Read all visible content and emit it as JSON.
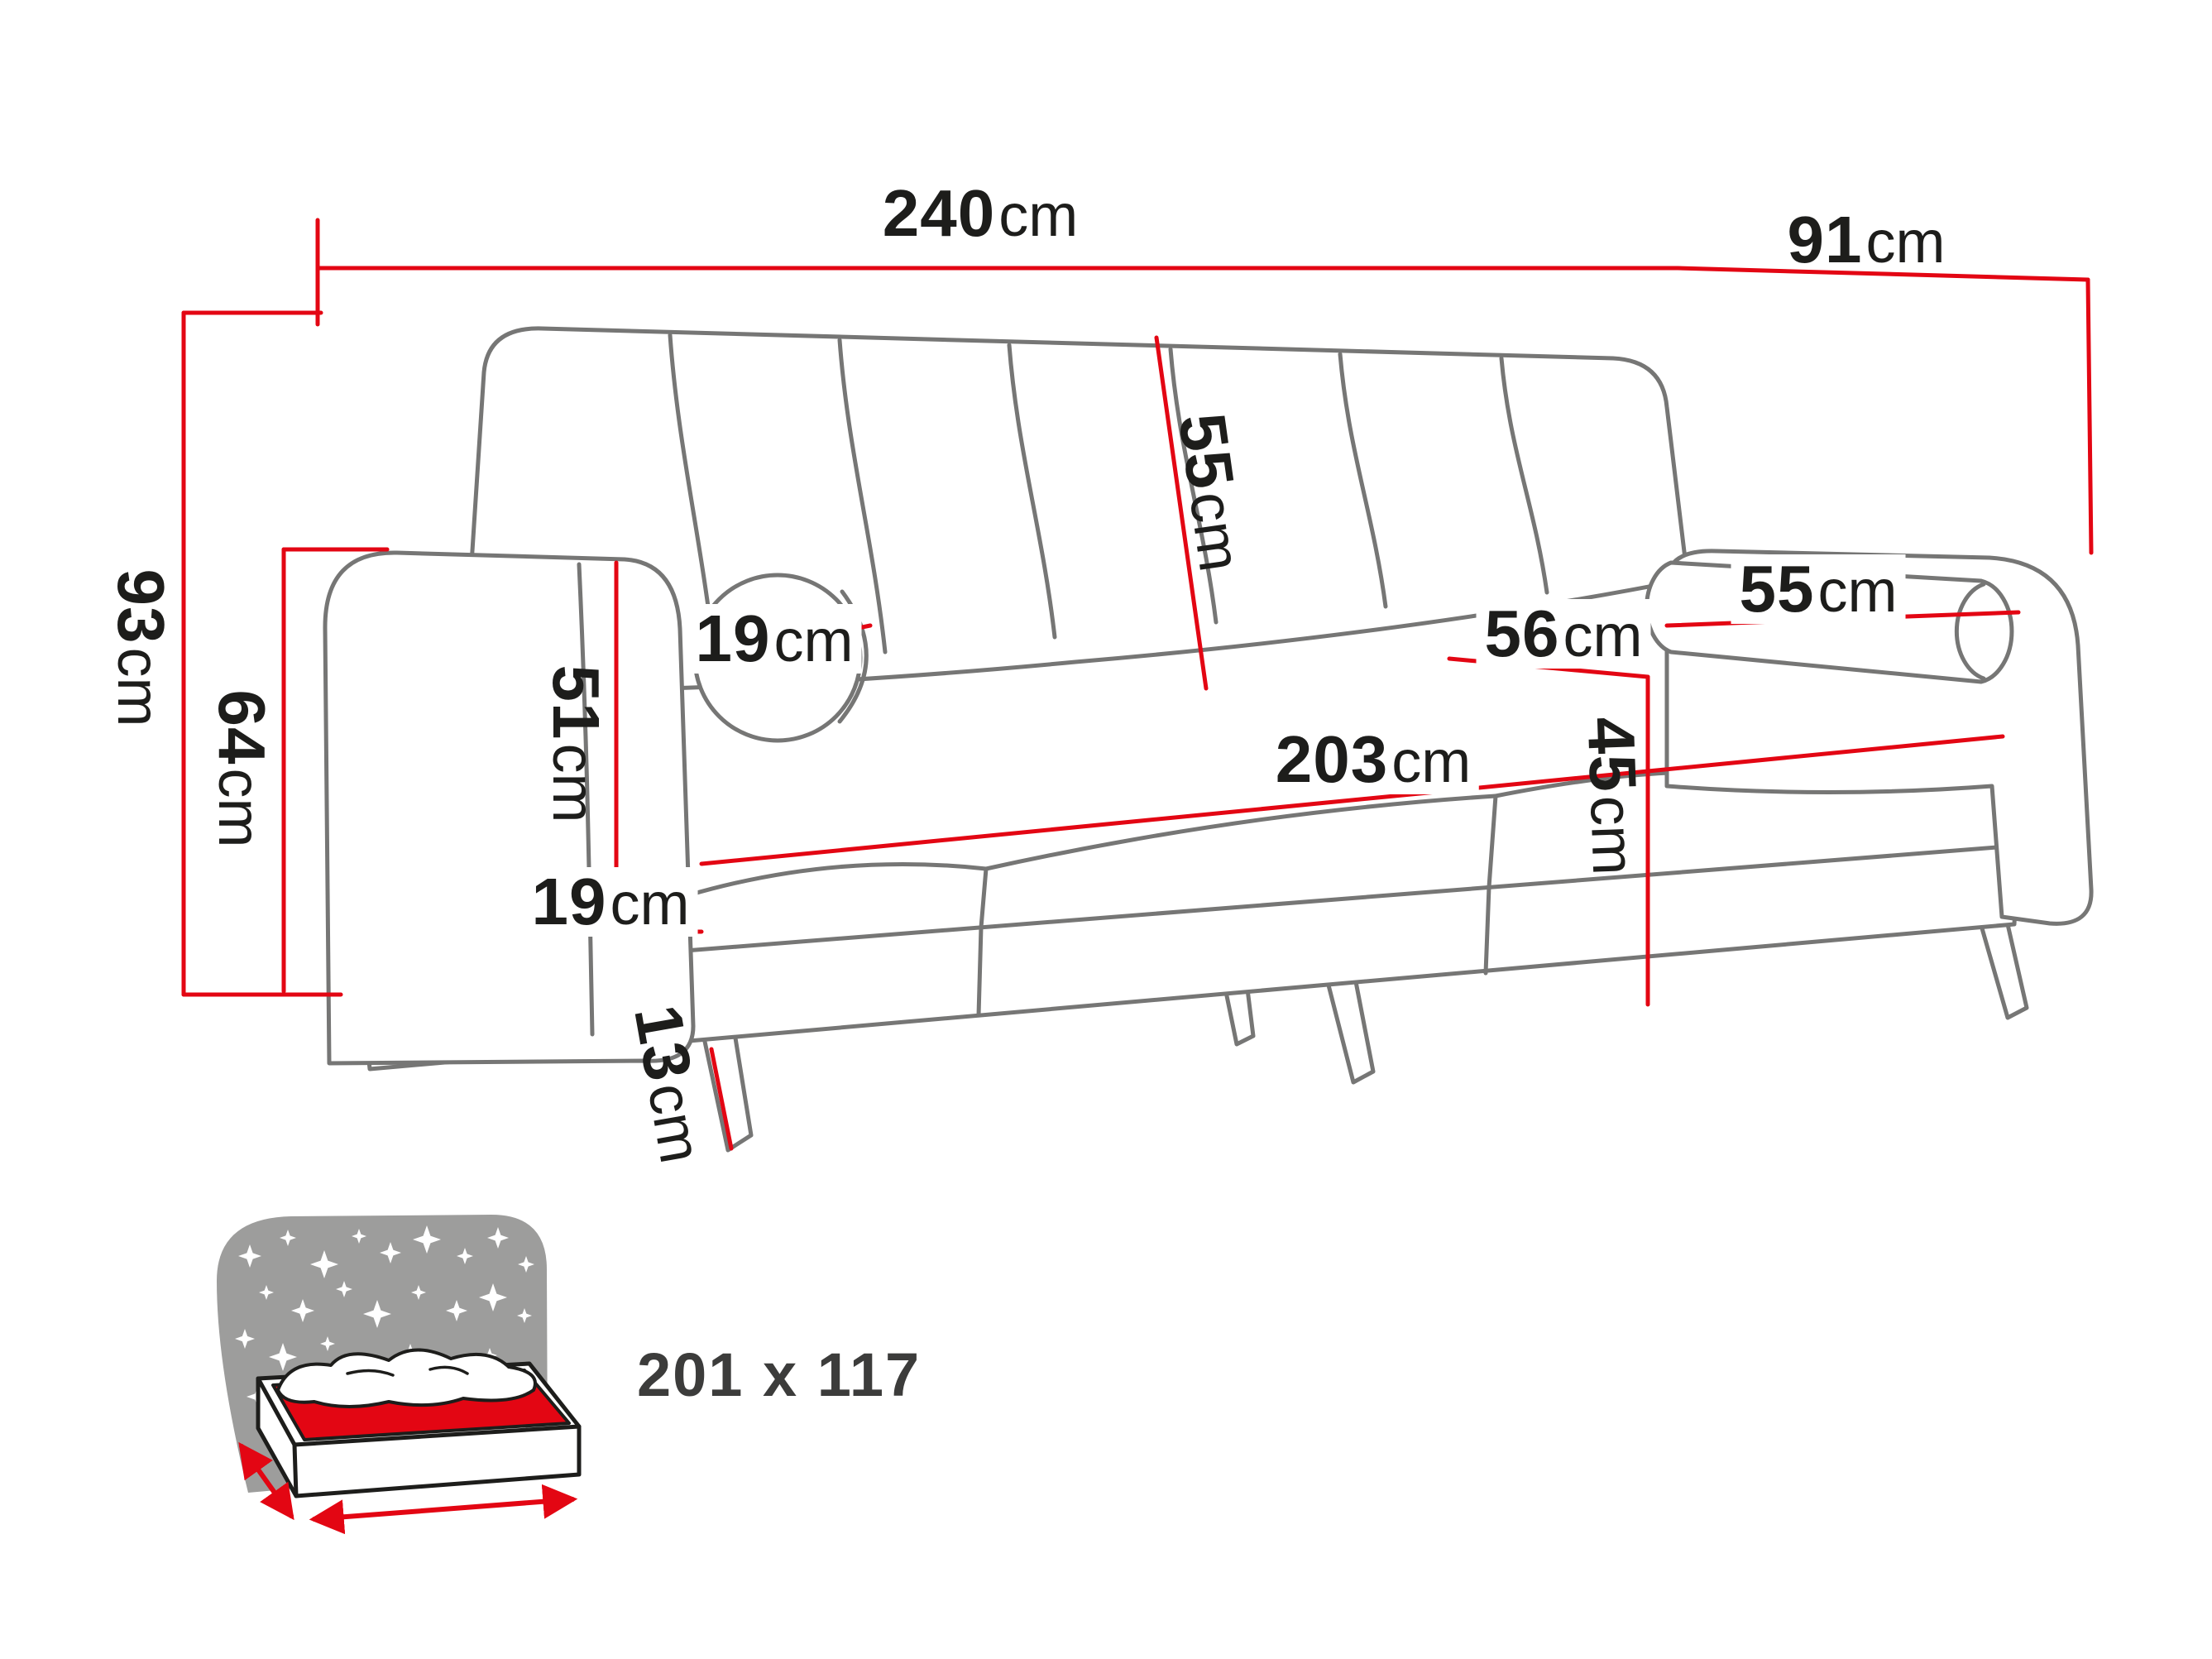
{
  "colors": {
    "dimension_red": "#e30613",
    "sofa_outline_gray": "#767675",
    "text_black": "#1d1d1b",
    "icon_gray": "#9d9d9c"
  },
  "dimensions": {
    "overall_width": {
      "value": "240",
      "unit": "cm"
    },
    "overall_depth": {
      "value": "91",
      "unit": "cm"
    },
    "overall_height": {
      "value": "93",
      "unit": "cm"
    },
    "arm_front_height": {
      "value": "64",
      "unit": "cm"
    },
    "backrest_height": {
      "value": "55",
      "unit": "cm"
    },
    "bolster_diameter": {
      "value": "19",
      "unit": "cm"
    },
    "bolster_length": {
      "value": "55",
      "unit": "cm"
    },
    "seat_depth": {
      "value": "56",
      "unit": "cm"
    },
    "seat_width": {
      "value": "203",
      "unit": "cm"
    },
    "armrest_height": {
      "value": "51",
      "unit": "cm"
    },
    "armrest_width": {
      "value": "19",
      "unit": "cm"
    },
    "seat_height": {
      "value": "45",
      "unit": "cm"
    },
    "leg_height": {
      "value": "13",
      "unit": "cm"
    }
  },
  "sleeping_area": {
    "icon": "fold-out-bed-icon",
    "label": "201 x 117"
  }
}
